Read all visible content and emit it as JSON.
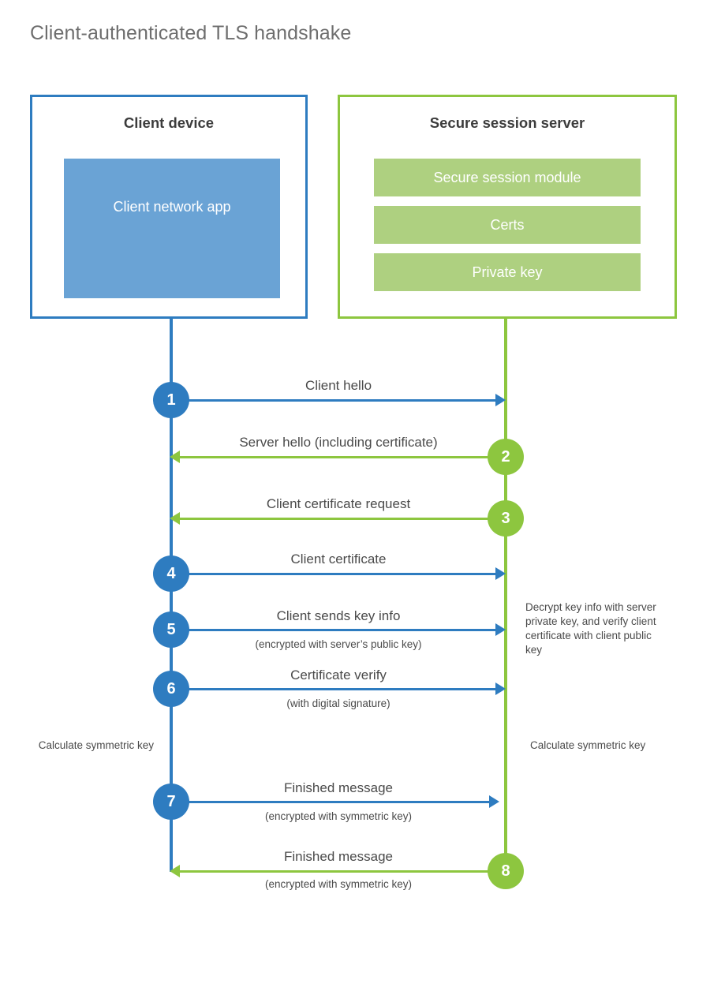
{
  "title": "Client-authenticated TLS handshake",
  "actors": {
    "client": {
      "title": "Client device",
      "app_label": "Client network app"
    },
    "server": {
      "title": "Secure session server",
      "modules": [
        "Secure session module",
        "Certs",
        "Private key"
      ]
    }
  },
  "steps": [
    {
      "number": "1",
      "label": "Client hello",
      "sublabel": "",
      "direction": "right",
      "color": "blue"
    },
    {
      "number": "2",
      "label": "Server hello (including certificate)",
      "sublabel": "",
      "direction": "left",
      "color": "green"
    },
    {
      "number": "3",
      "label": "Client certificate request",
      "sublabel": "",
      "direction": "left",
      "color": "green"
    },
    {
      "number": "4",
      "label": "Client certificate",
      "sublabel": "",
      "direction": "right",
      "color": "blue"
    },
    {
      "number": "5",
      "label": "Client sends key info",
      "sublabel": "(encrypted with server’s public key)",
      "direction": "right",
      "color": "blue"
    },
    {
      "number": "6",
      "label": "Certificate verify",
      "sublabel": "(with digital signature)",
      "direction": "right",
      "color": "blue"
    },
    {
      "number": "7",
      "label": "Finished message",
      "sublabel": "(encrypted with symmetric key)",
      "direction": "right",
      "color": "blue"
    },
    {
      "number": "8",
      "label": "Finished message",
      "sublabel": "(encrypted with symmetric key)",
      "direction": "left",
      "color": "green"
    }
  ],
  "notes": {
    "server_decrypt": "Decrypt key info with server private key, and verify client certificate with client public key",
    "client_calc": "Calculate symmetric key",
    "server_calc": "Calculate symmetric key"
  },
  "colors": {
    "blue": "#2e7cc0",
    "blue_fill": "#6aa3d5",
    "green": "#8dc63f",
    "green_fill": "#aed080",
    "text": "#4a4a4a",
    "title_text": "#6e6e6e"
  }
}
